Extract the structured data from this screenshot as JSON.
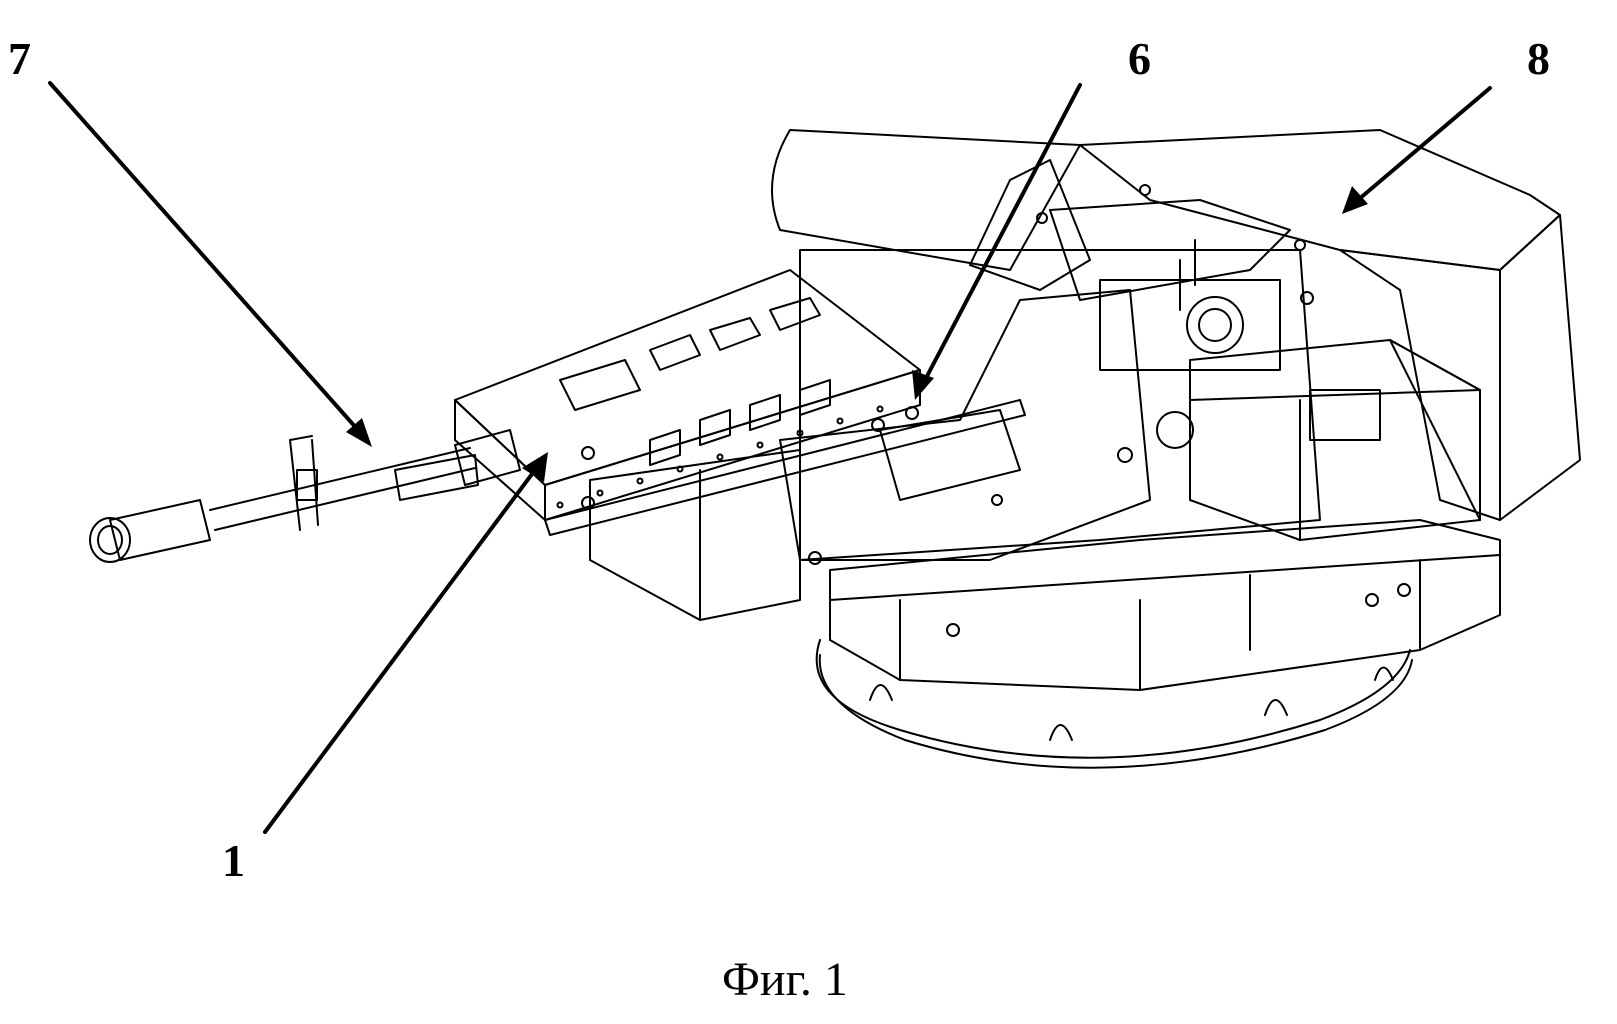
{
  "labels": {
    "seven": "7",
    "six": "6",
    "eight": "8",
    "one": "1"
  },
  "caption": "Фиг. 1",
  "colors": {
    "line": "#000000",
    "background": "#ffffff"
  }
}
